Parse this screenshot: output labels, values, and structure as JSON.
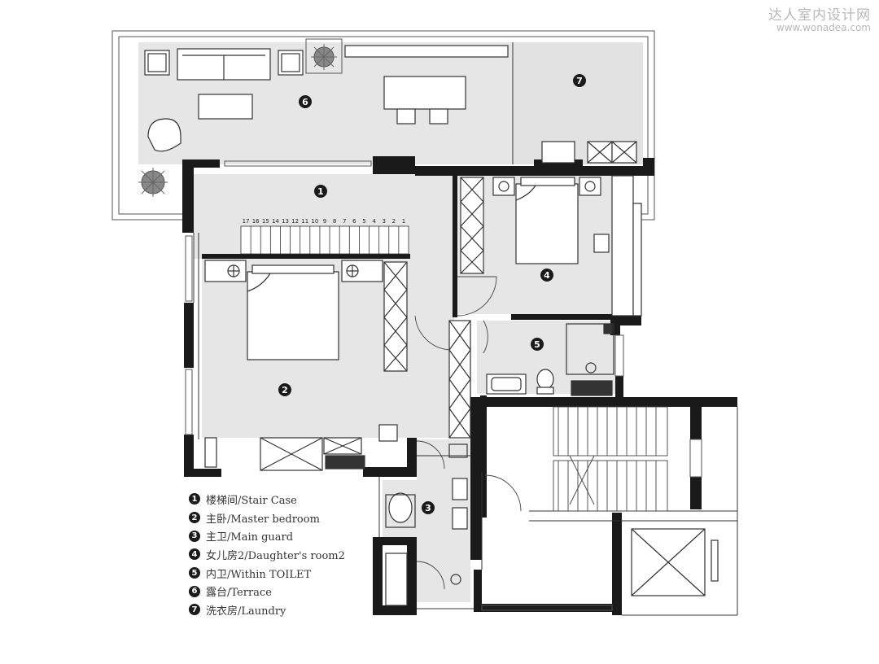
{
  "watermark": {
    "cn": "达人室内设计网",
    "url": "www.wonadea.com"
  },
  "rooms": [
    {
      "num": "1",
      "label": "楼梯间/Stair Case"
    },
    {
      "num": "2",
      "label": "主卧/Master bedroom"
    },
    {
      "num": "3",
      "label": "主卫/Main guard"
    },
    {
      "num": "4",
      "label": "女儿房2/Daughter's room2"
    },
    {
      "num": "5",
      "label": "内卫/Within TOILET"
    },
    {
      "num": "6",
      "label": "露台/Terrace"
    },
    {
      "num": "7",
      "label": "洗衣房/Laundry"
    }
  ],
  "stair_steps": [
    "17",
    "16",
    "15",
    "14",
    "13",
    "12",
    "11",
    "10",
    "9",
    "8",
    "7",
    "6",
    "5",
    "4",
    "3",
    "2",
    "1"
  ],
  "colors": {
    "wall": "#1a1a1a",
    "floor": "#e6e6e6",
    "line": "#333333",
    "plant": "#6f6f6f"
  }
}
